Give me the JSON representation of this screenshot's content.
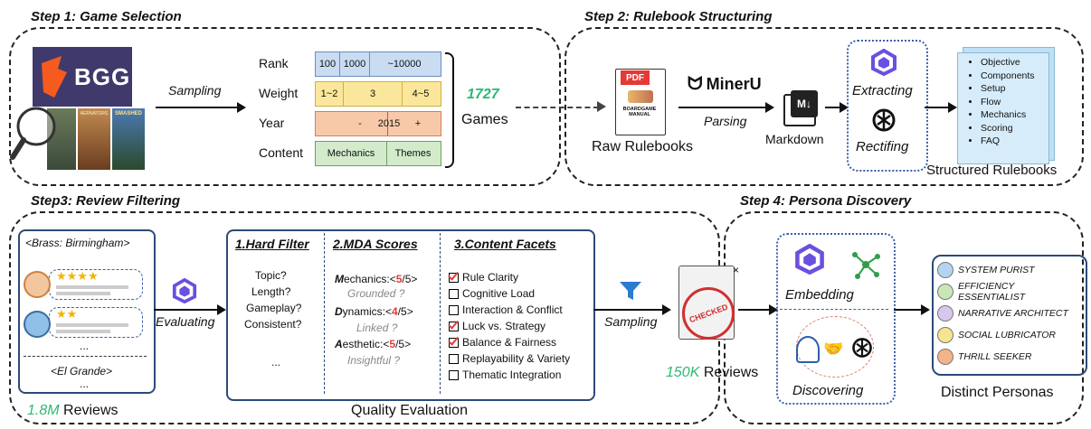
{
  "steps": {
    "s1": "Step 1: Game Selection",
    "s2": "Step 2: Rulebook Structuring",
    "s3": "Step3: Review Filtering",
    "s4": "Step 4: Persona Discovery"
  },
  "step1": {
    "bgg_logo": "BGG",
    "sampling": "Sampling",
    "rows": [
      "Rank",
      "Weight",
      "Year",
      "Content"
    ],
    "rank_cells": [
      "100",
      "1000",
      "~10000"
    ],
    "weight_cells": [
      "1~2",
      "3",
      "4~5"
    ],
    "year_cells": [
      "-",
      "2015",
      "+"
    ],
    "content_cells": [
      "Mechanics",
      "Themes"
    ],
    "count": "1727",
    "count_label": "Games",
    "box_art": [
      "AERNATORS",
      "SMASHED"
    ]
  },
  "step2": {
    "pdf": "PDF",
    "manual": "BOARDGAME MANUAL",
    "raw_label": "Raw Rulebooks",
    "minerU": "MinerU",
    "parsing": "Parsing",
    "md_icon": "M↓",
    "markdown": "Markdown",
    "extracting": "Extracting",
    "rectifing": "Rectifing",
    "sections": [
      "Objective",
      "Components",
      "Setup",
      "Flow",
      "Mechanics",
      "Scoring",
      "FAQ"
    ],
    "structured": "Structured Rulebooks"
  },
  "step3": {
    "game1": "<Brass: Birmingham>",
    "game2": "<El Grande>",
    "dots": "...",
    "stars1": "★★★★",
    "stars2": "★★",
    "reviews_count": "1.8M",
    "reviews_label": "Reviews",
    "evaluating": "Evaluating",
    "col1_title": "1.Hard Filter",
    "col2_title": "2.MDA Scores",
    "col3_title": "3.Content Facets",
    "hard_filter": [
      "Topic?",
      "Length?",
      "Gameplay?",
      "Consistent?",
      "..."
    ],
    "mda": {
      "m_letter": "M",
      "m_rest": "echanics:<",
      "m_score": "5",
      "m_tail": "/5>",
      "m_q": "Grounded ?",
      "d_letter": "D",
      "d_rest": "ynamics:<",
      "d_score": "4",
      "d_tail": "/5>",
      "d_q": "Linked ?",
      "a_letter": "A",
      "a_rest": "esthetic:<",
      "a_score": "5",
      "a_tail": "/5>",
      "a_q": "Insightful ?"
    },
    "facets": [
      "Rule Clarity",
      "Cognitive Load",
      "Interaction & Conflict",
      "Luck vs. Strategy",
      "Balance & Fairness",
      "Replayability & Variety",
      "Thematic Integration"
    ],
    "facet_checked": [
      true,
      false,
      false,
      true,
      true,
      false,
      false
    ],
    "quality_label": "Quality Evaluation",
    "sampling": "Sampling",
    "stamp": "CHECKED",
    "close_mark": "×",
    "filtered_count": "150K",
    "filtered_label": "Reviews"
  },
  "step4": {
    "embedding": "Embedding",
    "discovering": "Discovering",
    "personas": [
      "SYSTEM PURIST",
      "EFFICIENCY ESSENTIALIST",
      "NARRATIVE ARCHITECT",
      "SOCIAL LUBRICATOR",
      "THRILL SEEKER"
    ],
    "persona_colors": [
      "#b3d4f0",
      "#c9e6b8",
      "#d9c8ee",
      "#f6e58f",
      "#f5b38a"
    ],
    "distinct": "Distinct Personas"
  },
  "colors": {
    "accent_green": "#2eb872",
    "accent_red": "#e53935",
    "rank_blue": "#c9dcf2",
    "weight_yellow": "#fbe79b",
    "year_orange": "#f8c9a9",
    "content_green": "#d3ebcb"
  }
}
